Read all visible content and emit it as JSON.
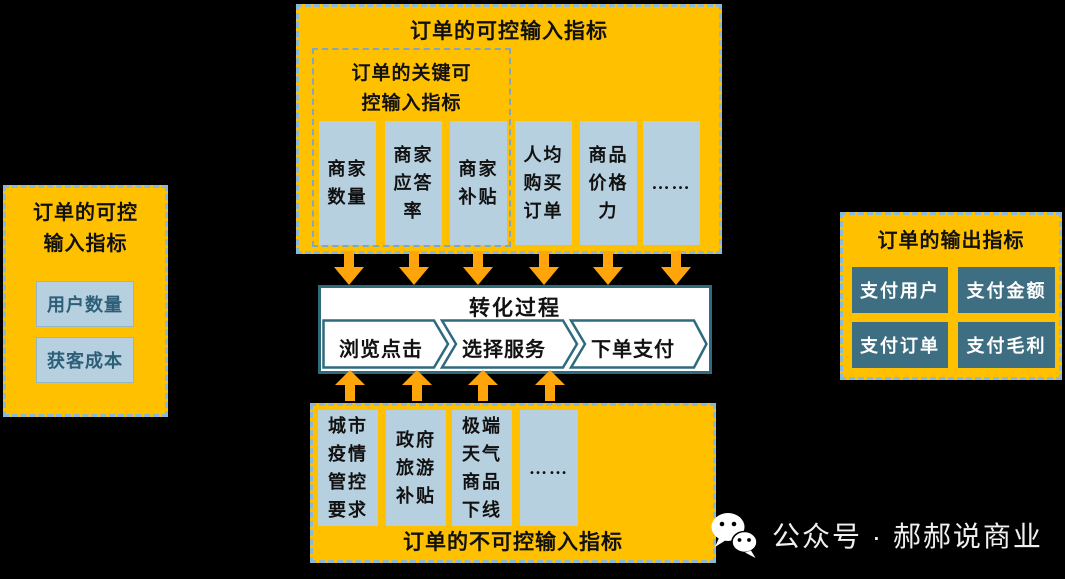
{
  "colors": {
    "background": "#000000",
    "orange": "#FFC000",
    "light_blue": "#B7D0DF",
    "dash_blue": "#8AB8DA",
    "inner_dash": "#7FA6C6",
    "teal": "#3E6E81",
    "process_border": "#2F6A7F",
    "arrow": "#FFA40A",
    "left_item_text": "#2E5F78",
    "watermark_text": "#F0F0F0",
    "text": "#111111"
  },
  "top_panel": {
    "title": "订单的可控输入指标",
    "key_group_title": "订单的关键可控输入指标",
    "columns": [
      "商家数量",
      "商家应答率",
      "商家补贴",
      "人均购买订单",
      "商品价格力",
      "……"
    ]
  },
  "left_panel": {
    "title": "订单的可控输入指标",
    "items": [
      "用户数量",
      "获客成本"
    ]
  },
  "process": {
    "title": "转化过程",
    "steps": [
      "浏览点击",
      "选择服务",
      "下单支付"
    ]
  },
  "bottom_panel": {
    "title": "订单的不可控输入指标",
    "columns": [
      "城市疫情管控要求",
      "政府旅游补贴",
      "极端天气商品下线",
      "……"
    ]
  },
  "right_panel": {
    "title": "订单的输出指标",
    "cells": [
      "支付用户",
      "支付金额",
      "支付订单",
      "支付毛利"
    ]
  },
  "watermark": {
    "icon": "wechat-icon",
    "label": "公众号 · 郝郝说商业"
  }
}
